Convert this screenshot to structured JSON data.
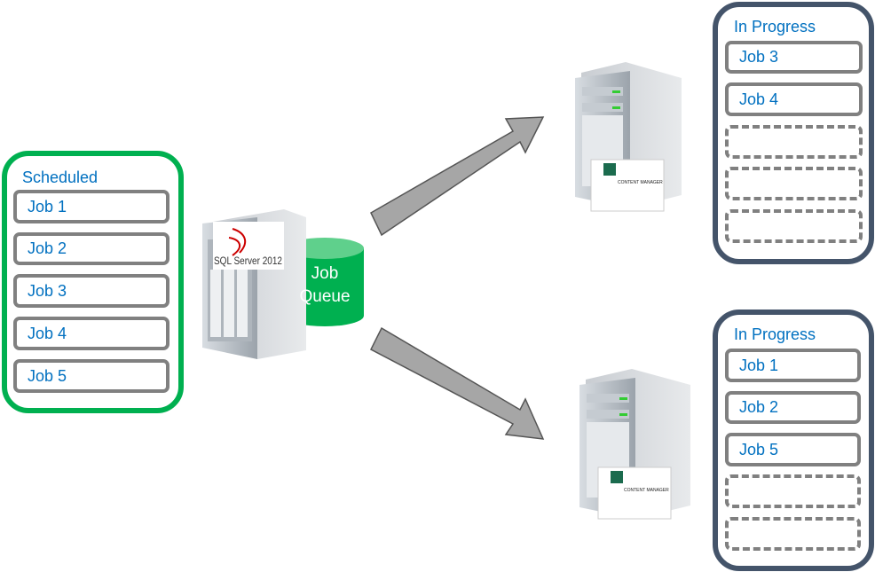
{
  "scheduled": {
    "title": "Scheduled",
    "jobs": [
      "Job 1",
      "Job 2",
      "Job 3",
      "Job 4",
      "Job 5"
    ]
  },
  "queue": {
    "line1": "Job",
    "line2": "Queue",
    "server_logo": "SQL Server 2012"
  },
  "worker_top": {
    "title": "In Progress",
    "jobs": [
      "Job 3",
      "Job 4",
      "",
      "",
      ""
    ],
    "badge": "CONTENT MANAGER"
  },
  "worker_bottom": {
    "title": "In Progress",
    "jobs": [
      "Job 1",
      "Job 2",
      "Job 5",
      "",
      ""
    ],
    "badge": "CONTENT MANAGER"
  },
  "colors": {
    "scheduled_border": "#00b050",
    "progress_border": "#44546a",
    "job_border": "#808080",
    "text": "#0070c0",
    "queue": "#00b050"
  }
}
